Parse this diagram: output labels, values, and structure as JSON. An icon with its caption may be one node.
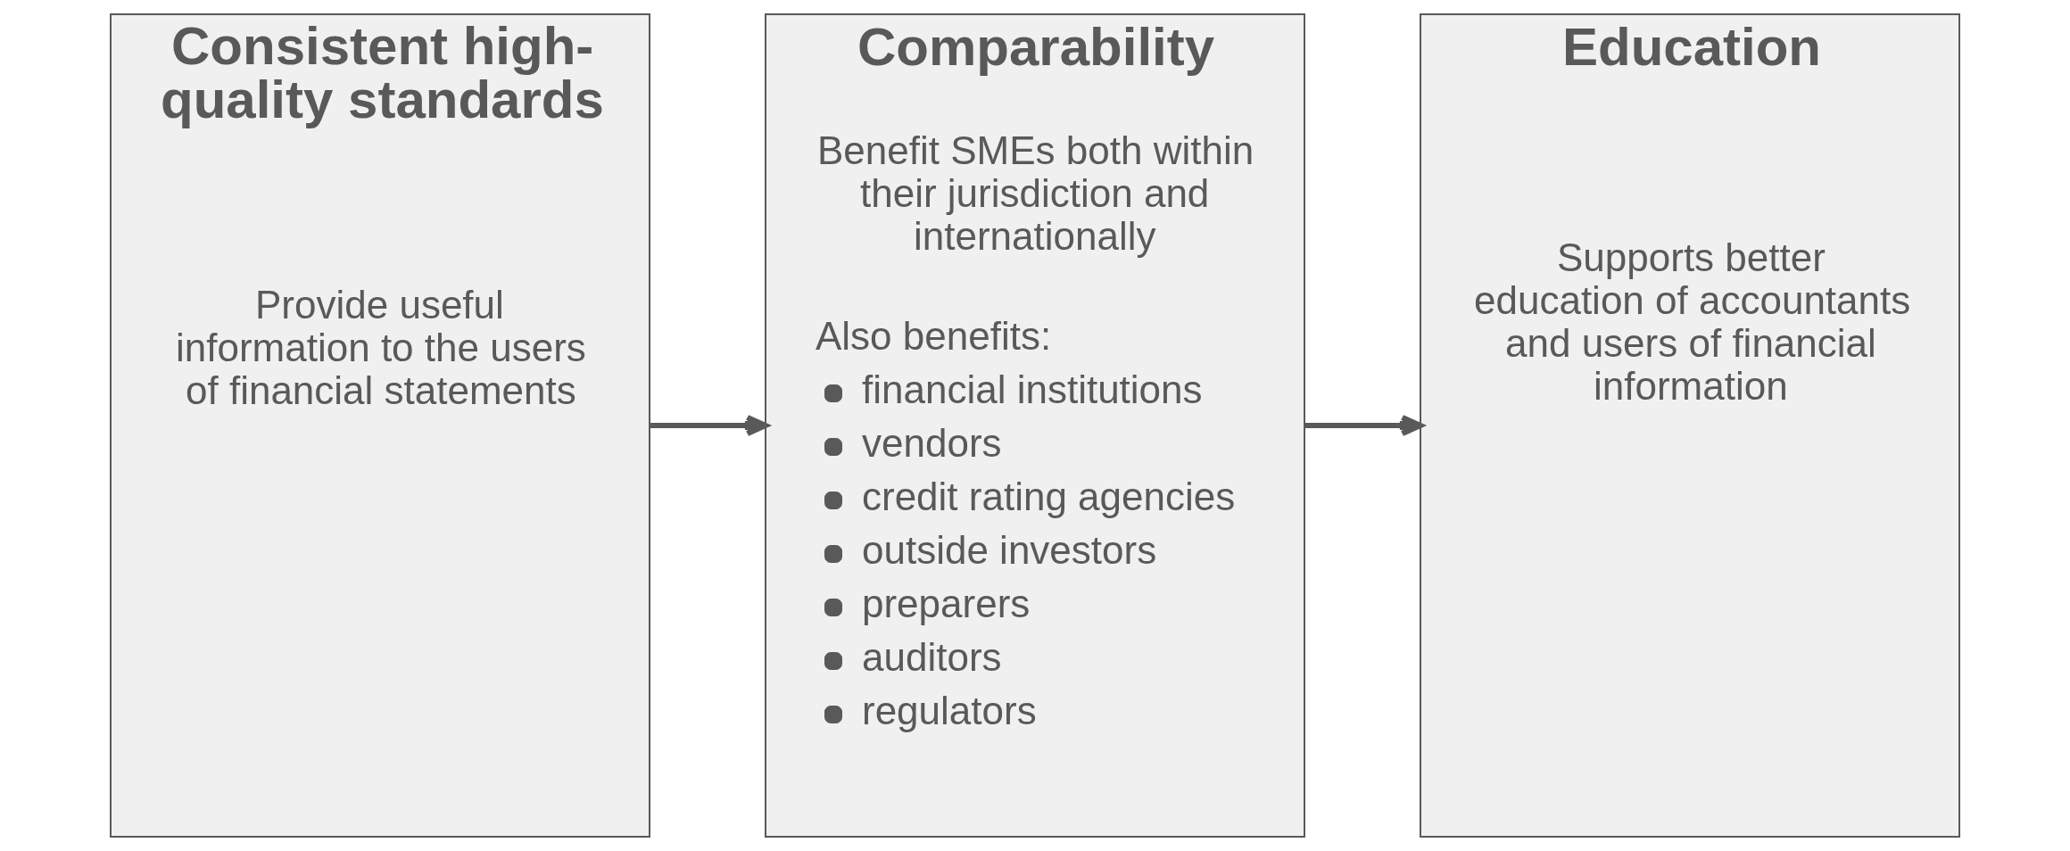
{
  "diagram": {
    "nodes": [
      {
        "text": [
          "Consistent high-quality standards",
          "Provide useful information to the users of financial statements"
        ]
      },
      {
        "text": [
          "Comparability",
          "Benefit SMEs both within their jurisdiction and internationally",
          "Also benefits:",
          "financial institutions",
          "vendors",
          "credit rating agencies",
          "outside investors",
          "preparers",
          "auditors",
          "regulators"
        ]
      },
      {
        "text": [
          "Education",
          "Supports better education of accountants and users of financial information"
        ]
      }
    ],
    "edges": [
      {
        "from": 0,
        "to": 1,
        "arrow": "to"
      },
      {
        "from": 1,
        "to": 2,
        "arrow": "to"
      }
    ]
  }
}
